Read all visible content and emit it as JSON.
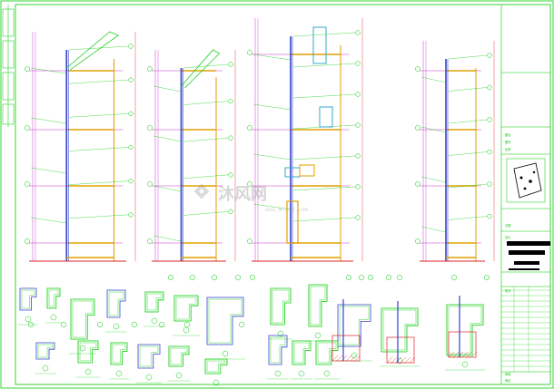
{
  "drawing": {
    "line_color": "#00cc00",
    "dim_color": "#cc33cc",
    "floor_color": "#e0a000",
    "wall_color": "#3344cc",
    "red_color": "#dd2222",
    "cyan_color": "#33aacc"
  },
  "watermark": {
    "text": "沐风网",
    "url": "www.mfcad.com"
  },
  "title_block": {
    "labels": [
      "图名",
      "图号",
      "比例",
      "日期",
      "设计",
      "校对",
      "审核",
      "审定"
    ]
  },
  "icons": [
    "north-arrow-icon",
    "key-plan-icon",
    "watermark-logo-icon"
  ]
}
